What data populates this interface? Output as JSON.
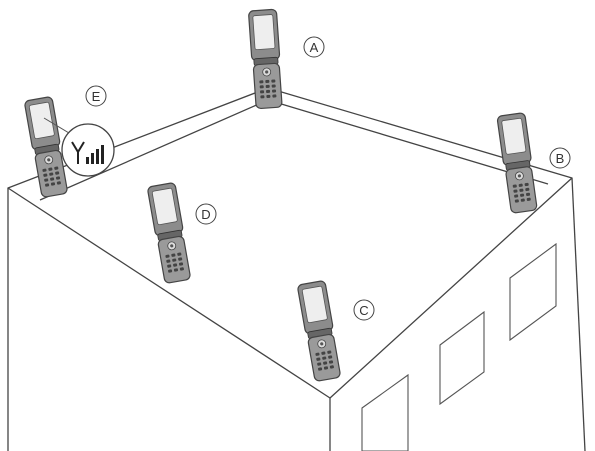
{
  "labels": {
    "a": "A",
    "b": "B",
    "c": "C",
    "d": "D",
    "e": "E"
  },
  "icons": {
    "signal": "signal-strength-icon",
    "phone": "flip-phone-icon"
  },
  "colors": {
    "line": "#444444",
    "phone_body": "#9a9a9a",
    "phone_dark": "#555555",
    "screen": "#e8e8e8"
  }
}
